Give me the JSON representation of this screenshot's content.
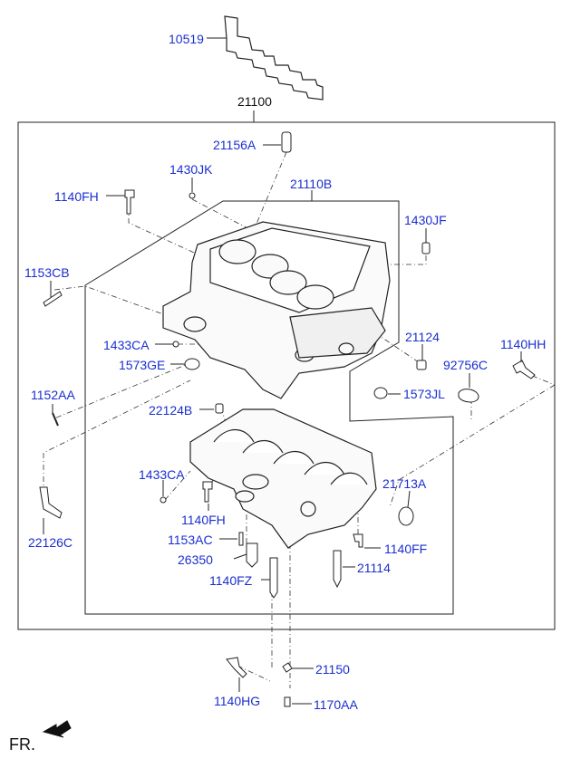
{
  "diagram": {
    "assembly_number": "21100",
    "direction_label": "FR.",
    "parts": [
      {
        "id": "p10519",
        "code": "10519"
      },
      {
        "id": "p21156A",
        "code": "21156A"
      },
      {
        "id": "p1430JK",
        "code": "1430JK"
      },
      {
        "id": "p21110B",
        "code": "21110B"
      },
      {
        "id": "p1140FH_top",
        "code": "1140FH"
      },
      {
        "id": "p1430JF",
        "code": "1430JF"
      },
      {
        "id": "p1153CB",
        "code": "1153CB"
      },
      {
        "id": "p1433CA_top",
        "code": "1433CA"
      },
      {
        "id": "p21124",
        "code": "21124"
      },
      {
        "id": "p1140HH",
        "code": "1140HH"
      },
      {
        "id": "p1573GE",
        "code": "1573GE"
      },
      {
        "id": "p92756C",
        "code": "92756C"
      },
      {
        "id": "p1152AA",
        "code": "1152AA"
      },
      {
        "id": "p1573JL",
        "code": "1573JL"
      },
      {
        "id": "p22124B",
        "code": "22124B"
      },
      {
        "id": "p1433CA_low",
        "code": "1433CA"
      },
      {
        "id": "p21713A",
        "code": "21713A"
      },
      {
        "id": "p1140FH_low",
        "code": "1140FH"
      },
      {
        "id": "p22126C",
        "code": "22126C"
      },
      {
        "id": "p1153AC",
        "code": "1153AC"
      },
      {
        "id": "p1140FF",
        "code": "1140FF"
      },
      {
        "id": "p26350",
        "code": "26350"
      },
      {
        "id": "p21114",
        "code": "21114"
      },
      {
        "id": "p1140FZ",
        "code": "1140FZ"
      },
      {
        "id": "p21150",
        "code": "21150"
      },
      {
        "id": "p1140HG",
        "code": "1140HG"
      },
      {
        "id": "p1170AA",
        "code": "1170AA"
      }
    ]
  }
}
